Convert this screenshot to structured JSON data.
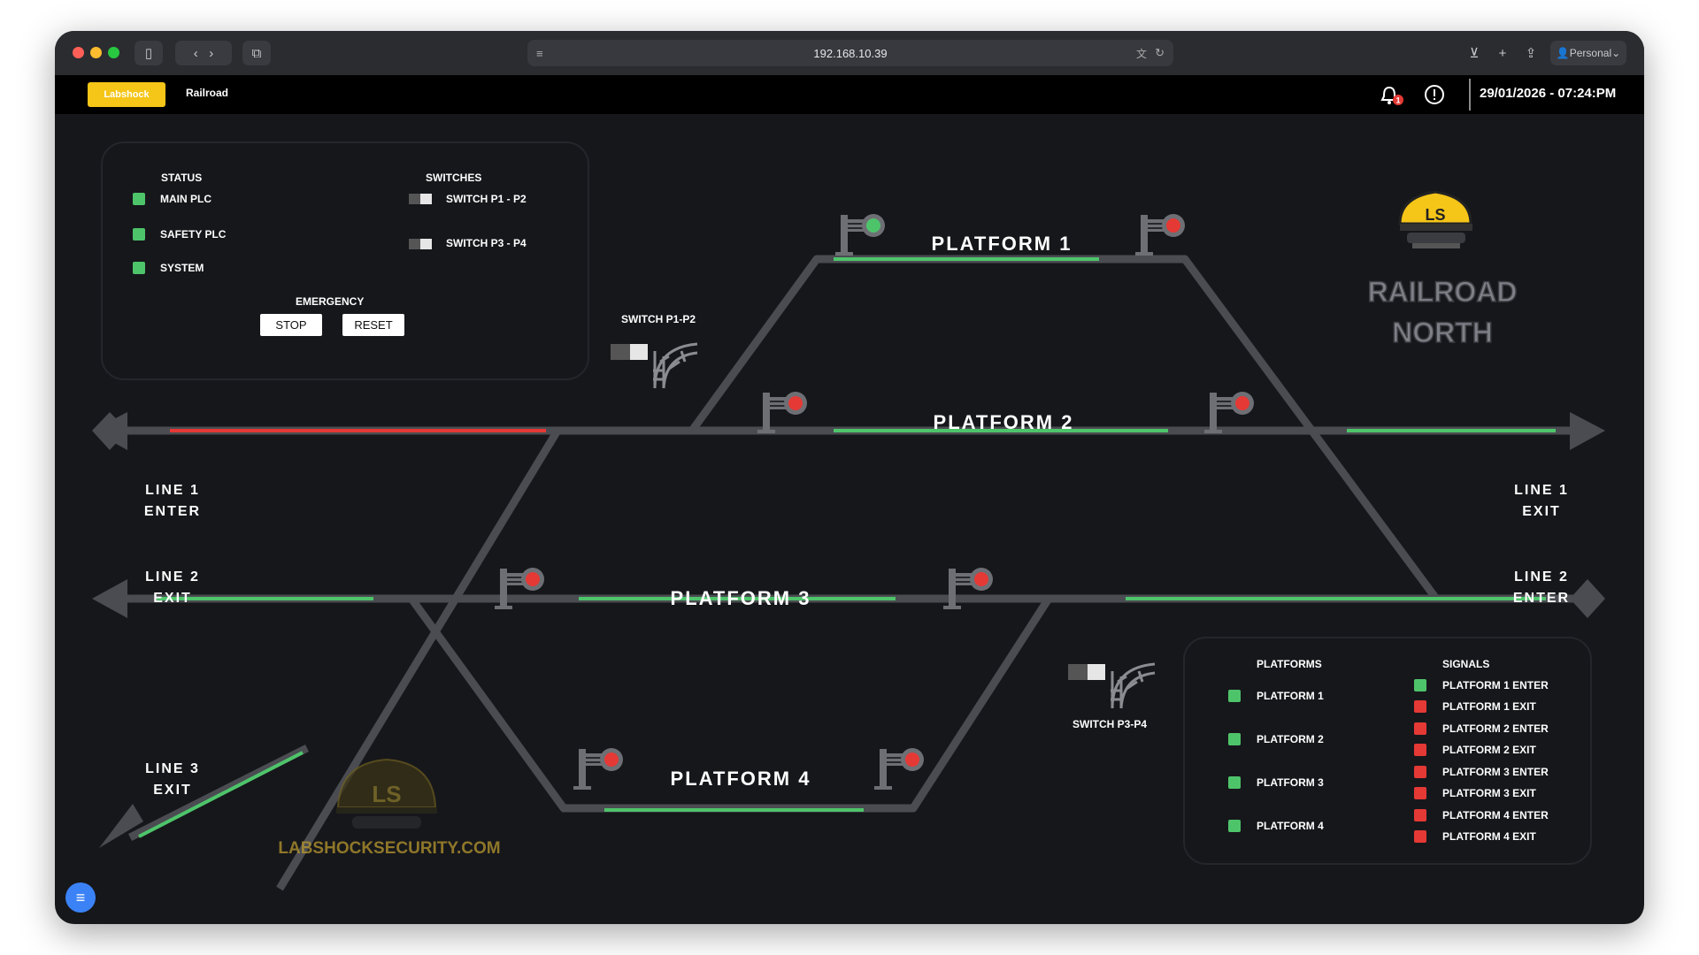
{
  "browser": {
    "url": "192.168.10.39",
    "profile": "Personal"
  },
  "app": {
    "brand": "Labshock",
    "title": "Railroad",
    "notification_count": "1",
    "datetime": "29/01/2026 - 07:24:PM"
  },
  "colors": {
    "ok": "#4ec46a",
    "alarm": "#e53935",
    "track": "#4a4c52",
    "accent": "#f5c518"
  },
  "control_panel": {
    "status": {
      "title": "STATUS",
      "items": [
        "MAIN PLC",
        "SAFETY PLC",
        "SYSTEM"
      ],
      "states": [
        "ok",
        "ok",
        "ok"
      ]
    },
    "switches": {
      "title": "SWITCHES",
      "items": [
        "SWITCH P1 - P2",
        "SWITCH P3 - P4"
      ]
    },
    "emergency": {
      "title": "EMERGENCY",
      "stop": "STOP",
      "reset": "RESET"
    }
  },
  "map": {
    "platforms": [
      "PLATFORM 1",
      "PLATFORM 2",
      "PLATFORM 3",
      "PLATFORM 4"
    ],
    "lines": {
      "line1_enter": [
        "LINE 1",
        "ENTER"
      ],
      "line1_exit": [
        "LINE 1",
        "EXIT"
      ],
      "line2_exit": [
        "LINE 2",
        "EXIT"
      ],
      "line2_enter": [
        "LINE 2",
        "ENTER"
      ],
      "line3_exit": [
        "LINE 3",
        "EXIT"
      ]
    },
    "switch_labels": [
      "SWITCH P1-P2",
      "SWITCH P3-P4"
    ],
    "logo": {
      "name_line1": "RAILROAD",
      "name_line2": "NORTH",
      "site": "LABSHOCKSECURITY.COM",
      "mark": "LS"
    }
  },
  "legend": {
    "platforms_title": "PLATFORMS",
    "platforms": [
      "PLATFORM 1",
      "PLATFORM 2",
      "PLATFORM 3",
      "PLATFORM 4"
    ],
    "platform_states": [
      "ok",
      "ok",
      "ok",
      "ok"
    ],
    "signals_title": "SIGNALS",
    "signals": [
      "PLATFORM 1 ENTER",
      "PLATFORM 1 EXIT",
      "PLATFORM 2 ENTER",
      "PLATFORM 2 EXIT",
      "PLATFORM 3 ENTER",
      "PLATFORM 3 EXIT",
      "PLATFORM 4 ENTER",
      "PLATFORM 4 EXIT"
    ],
    "signal_states": [
      "ok",
      "alarm",
      "alarm",
      "alarm",
      "alarm",
      "alarm",
      "alarm",
      "alarm"
    ]
  }
}
